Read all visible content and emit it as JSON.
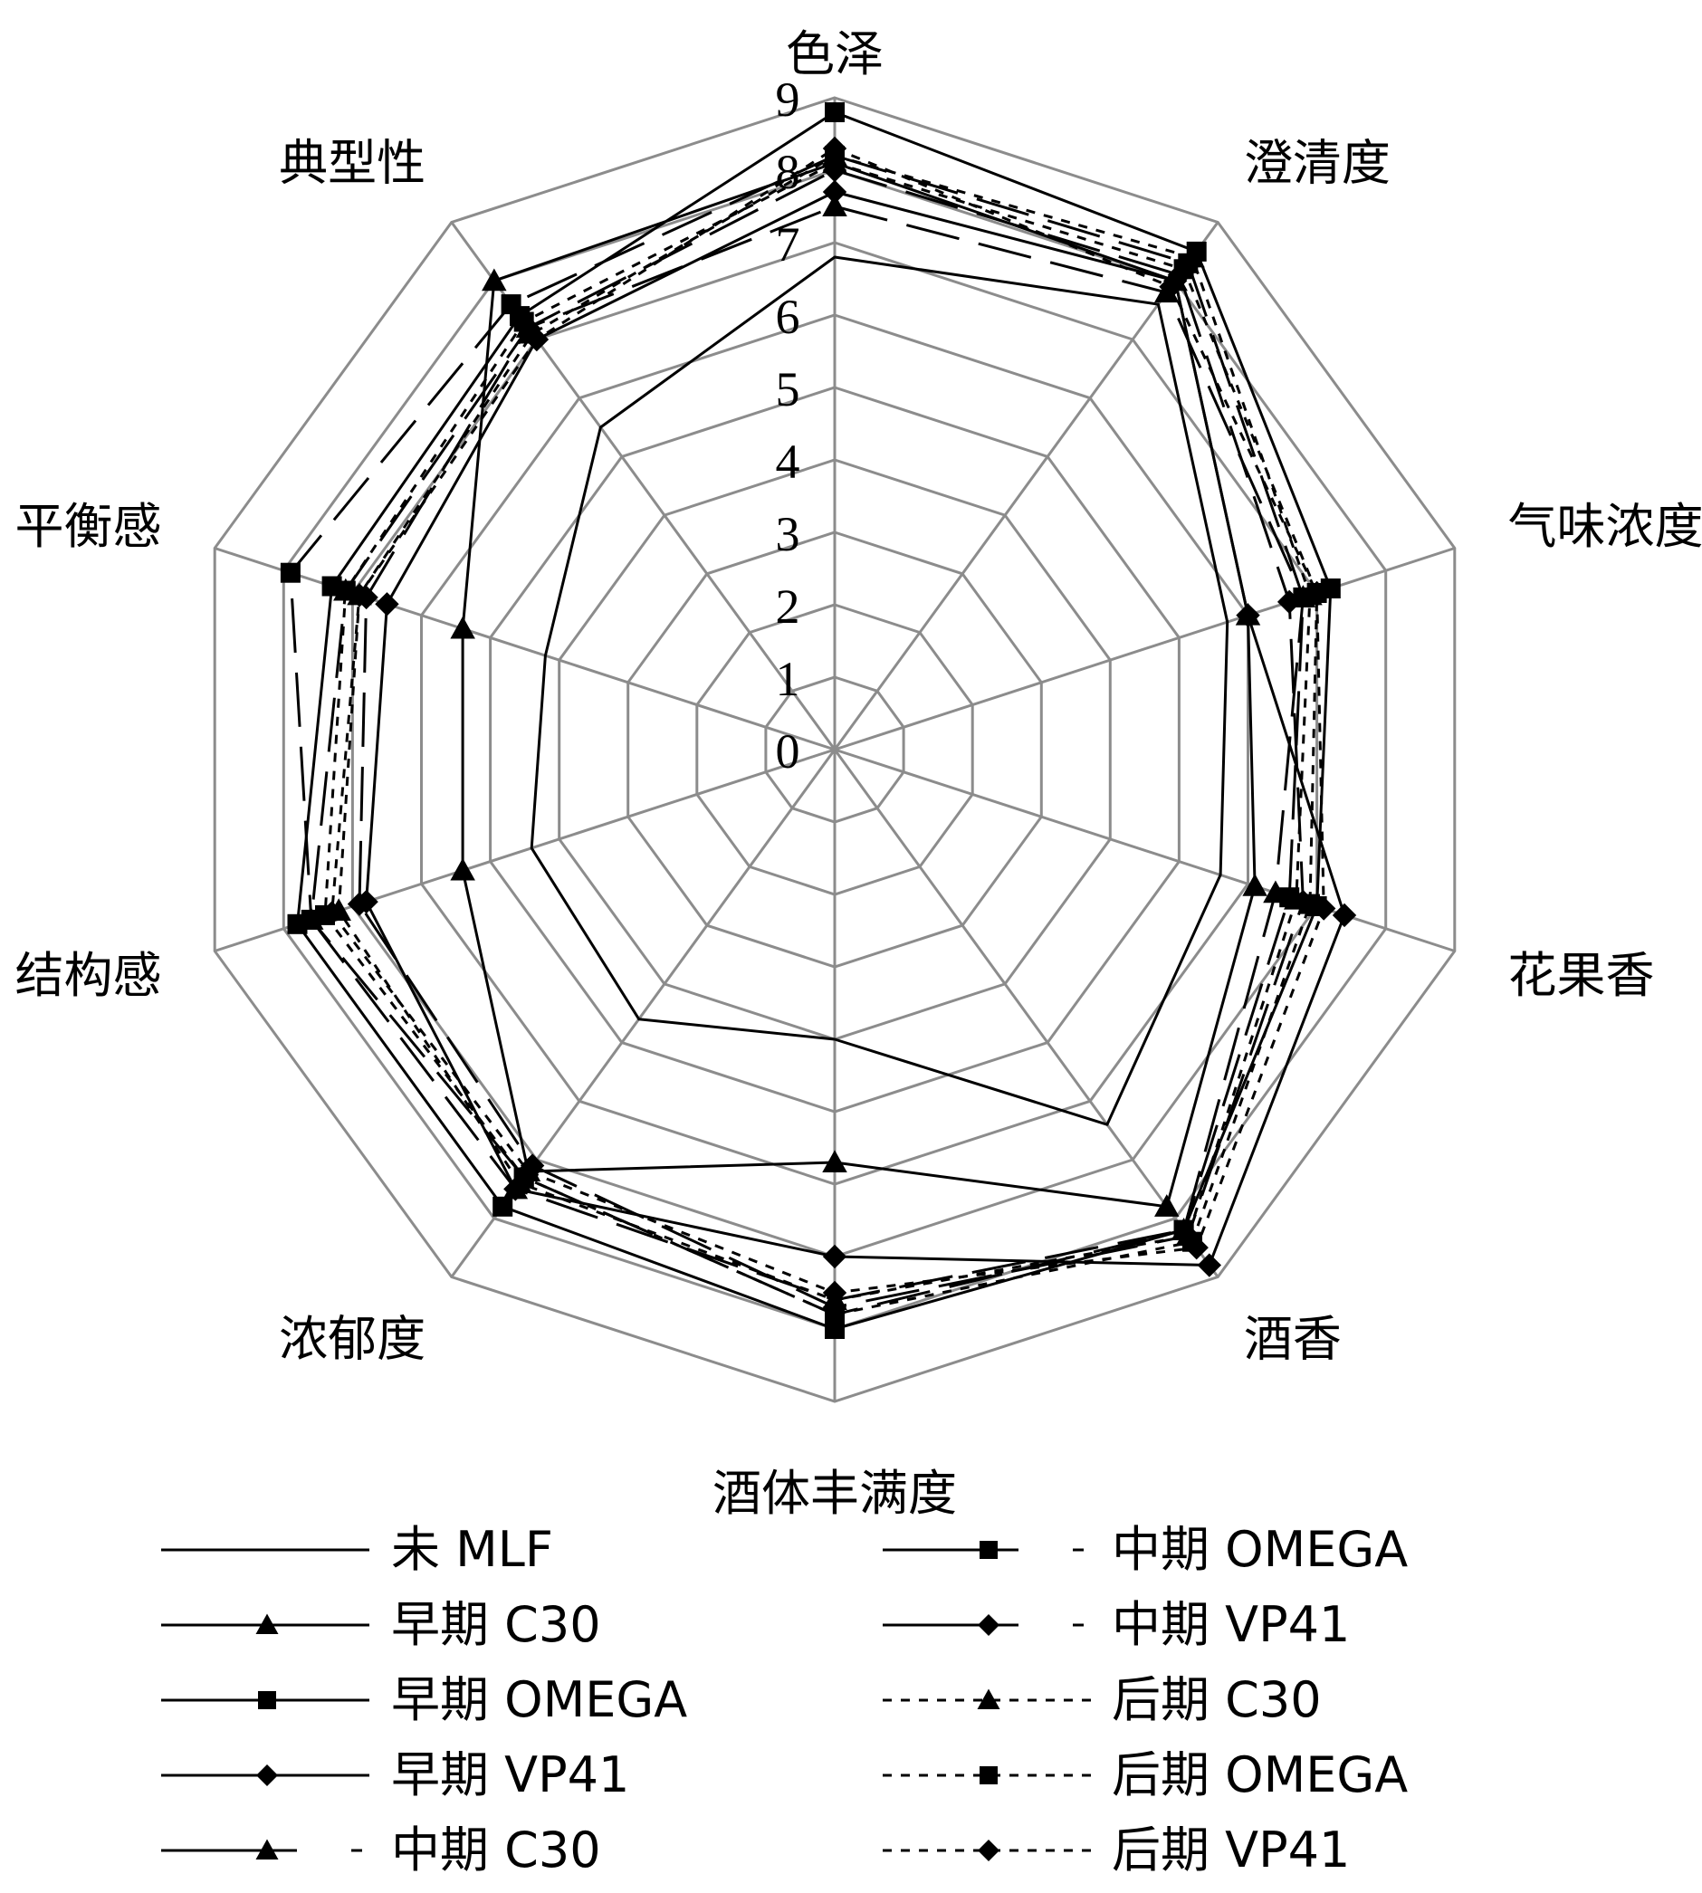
{
  "chart_data": {
    "type": "radar",
    "axes": [
      "色泽",
      "澄清度",
      "气味浓度",
      "花果香",
      "酒香",
      "酒体丰满度",
      "浓郁度",
      "结构感",
      "平衡感",
      "典型性"
    ],
    "rlim": [
      0,
      9
    ],
    "ticks": [
      "0",
      "1",
      "2",
      "3",
      "4",
      "5",
      "6",
      "7",
      "8",
      "9"
    ],
    "grid": true,
    "legend_position": "bottom",
    "series": [
      {
        "name": "未 MLF",
        "marker": "none",
        "dash": "solid",
        "values": [
          6.8,
          7.6,
          5.7,
          5.6,
          6.4,
          4.0,
          4.6,
          4.4,
          4.2,
          5.5
        ]
      },
      {
        "name": "早期 C30",
        "marker": "triangle",
        "dash": "solid",
        "values": [
          8.1,
          8.0,
          6.0,
          6.1,
          7.8,
          5.7,
          7.2,
          5.4,
          5.4,
          8.0
        ]
      },
      {
        "name": "早期 OMEGA",
        "marker": "square",
        "dash": "solid",
        "values": [
          8.8,
          8.5,
          7.2,
          7.0,
          8.2,
          8.0,
          7.8,
          7.8,
          7.3,
          7.4
        ]
      },
      {
        "name": "早期 VP41",
        "marker": "diamond",
        "dash": "solid",
        "values": [
          7.7,
          8.0,
          6.0,
          7.4,
          8.8,
          7.0,
          7.5,
          6.8,
          6.5,
          7.0
        ]
      },
      {
        "name": "中期 C30",
        "marker": "triangle",
        "dash": "long-dash",
        "values": [
          7.5,
          7.8,
          6.8,
          6.4,
          8.2,
          7.6,
          7.5,
          7.6,
          7.1,
          7.2
        ]
      },
      {
        "name": "中期 OMEGA",
        "marker": "square",
        "dash": "long-dash",
        "values": [
          8.2,
          8.3,
          6.8,
          6.6,
          8.2,
          7.8,
          7.3,
          7.6,
          7.9,
          7.6
        ]
      },
      {
        "name": "中期 VP41",
        "marker": "diamond",
        "dash": "long-dash",
        "values": [
          8.0,
          8.1,
          6.6,
          6.8,
          8.3,
          7.7,
          7.1,
          6.9,
          6.8,
          7.2
        ]
      },
      {
        "name": "后期 C30",
        "marker": "triangle",
        "dash": "dashed",
        "values": [
          8.2,
          8.4,
          6.9,
          6.7,
          8.3,
          7.6,
          7.4,
          7.2,
          6.9,
          7.1
        ]
      },
      {
        "name": "后期 OMEGA",
        "marker": "square",
        "dash": "dashed",
        "values": [
          8.1,
          8.2,
          7.0,
          6.9,
          8.4,
          7.8,
          7.3,
          7.4,
          7.1,
          7.3
        ]
      },
      {
        "name": "后期 VP41",
        "marker": "diamond",
        "dash": "dashed",
        "values": [
          8.3,
          7.9,
          7.0,
          7.1,
          8.5,
          7.5,
          7.2,
          7.3,
          6.9,
          7.0
        ]
      }
    ]
  }
}
